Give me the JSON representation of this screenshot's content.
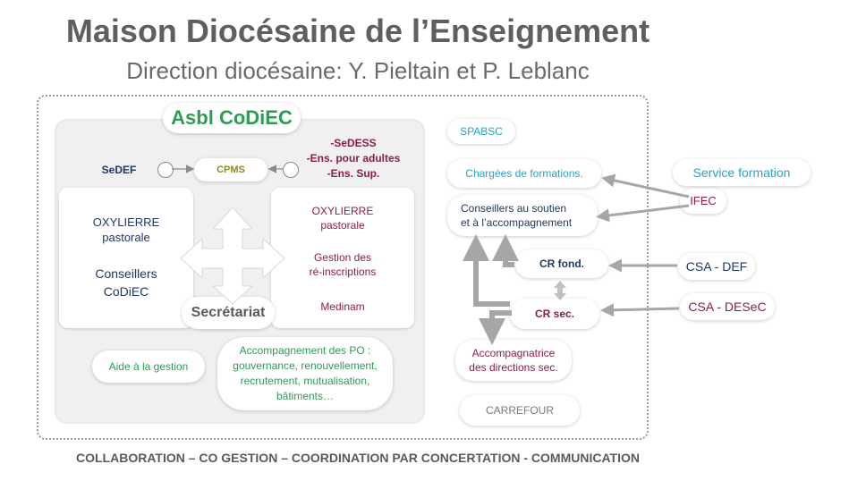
{
  "header": {
    "title": "Maison Diocésaine de l’Enseignement",
    "subtitle": "Direction diocésaine: Y. Pieltain et P. Leblanc"
  },
  "codiec": {
    "label": "Asbl CoDiEC",
    "sedef": "SeDEF",
    "cpms": "CPMS",
    "sedess": "-SeDESS",
    "ens_adultes": "-Ens. pour adultes",
    "ens_sup": "-Ens. Sup.",
    "left_panel": {
      "oxylierre": "OXYLIERRE",
      "pastorale": "pastorale",
      "conseillers": "Conseillers",
      "codiec": "CoDiEC"
    },
    "right_panel": {
      "oxylierre": "OXYLIERRE",
      "pastorale": "pastorale",
      "gestion": "Gestion des",
      "reinscriptions": "ré-inscriptions",
      "medinam": "Medinam"
    },
    "secretariat": "Secrétariat",
    "aide_gestion": "Aide à la gestion",
    "accompagnement": [
      "Accompagnement des PO :",
      "gouvernance, renouvellement,",
      "recrutement, mutualisation,",
      "bâtiments…"
    ]
  },
  "right_column": {
    "spabsc": "SPABSC",
    "chargees": "Chargées de formations.",
    "conseillers_line1": "Conseillers au soutien",
    "conseillers_line2": "et à l’accompagnement",
    "cr_fond": "CR fond.",
    "cr_sec": "CR sec.",
    "accompagnatrice_line1": "Accompagnatrice",
    "accompagnatrice_line2": "des directions sec.",
    "carrefour": "CARREFOUR"
  },
  "external": {
    "service_formation": "Service formation",
    "ifec": "IFEC",
    "csa_def": "CSA - DEF",
    "csa_desec": "CSA - DESeC"
  },
  "footer": "COLLABORATION – CO GESTION – COORDINATION PAR CONCERTATION - COMMUNICATION",
  "colors": {
    "green": "#2e9a54",
    "navy": "#1f3864",
    "maroon": "#8b1e47",
    "cyan": "#2aa3c6",
    "olive": "#8a8a28",
    "gray_arrow": "#a6a6a6"
  }
}
